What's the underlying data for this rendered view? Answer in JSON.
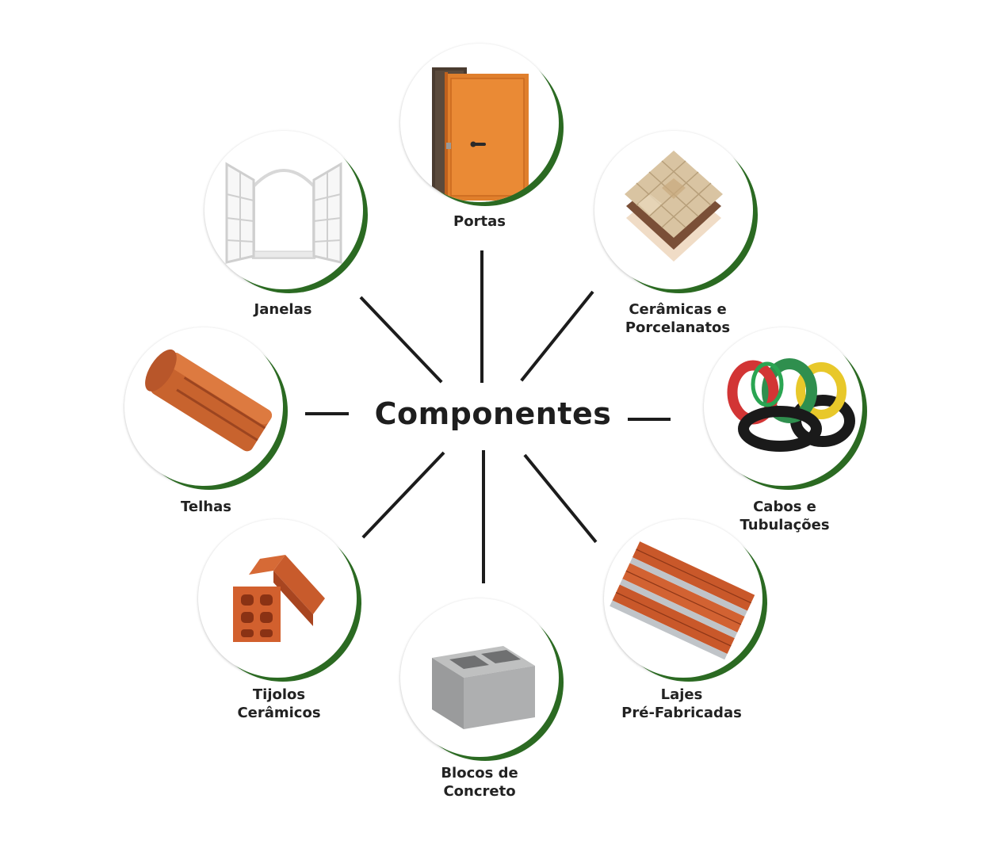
{
  "diagram": {
    "title": "Componentes",
    "accent_color": "#2b6a22",
    "line_color": "#1c1c1c",
    "nodes": [
      {
        "id": "portas",
        "lines": [
          "Portas"
        ],
        "icon": "door-icon"
      },
      {
        "id": "ceramicas",
        "lines": [
          "Cerâmicas e",
          "Porcelanatos"
        ],
        "icon": "tiles-icon"
      },
      {
        "id": "cabos",
        "lines": [
          "Cabos e",
          "Tubulações"
        ],
        "icon": "cable-coils-icon"
      },
      {
        "id": "lajes",
        "lines": [
          "Lajes",
          "Pré-Fabricadas"
        ],
        "icon": "precast-slab-icon"
      },
      {
        "id": "blocos",
        "lines": [
          "Blocos de",
          "Concreto"
        ],
        "icon": "concrete-block-icon"
      },
      {
        "id": "tijolos",
        "lines": [
          "Tijolos",
          "Cerâmicos"
        ],
        "icon": "ceramic-brick-icon"
      },
      {
        "id": "telhas",
        "lines": [
          "Telhas"
        ],
        "icon": "roof-tile-icon"
      },
      {
        "id": "janelas",
        "lines": [
          "Janelas"
        ],
        "icon": "window-icon"
      }
    ]
  }
}
